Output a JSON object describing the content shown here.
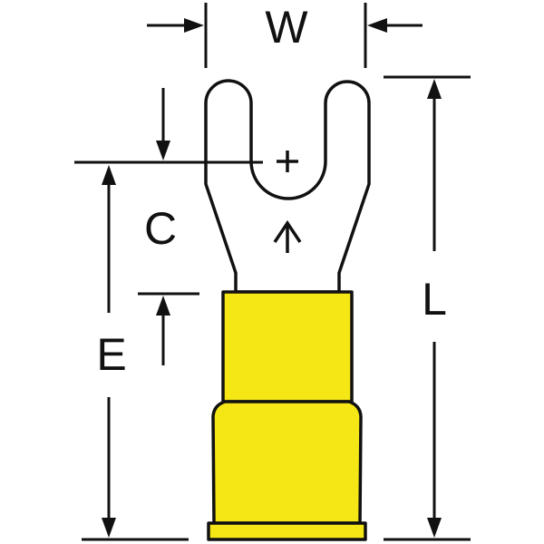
{
  "colors": {
    "background": "#ffffff",
    "insulation_yellow": "#f5e716",
    "line": "#111111"
  },
  "labels": {
    "w": "W",
    "c": "C",
    "e": "E",
    "l": "L"
  },
  "symbols": {
    "slot_center_mark": "+",
    "orientation_arrow": "↑"
  }
}
